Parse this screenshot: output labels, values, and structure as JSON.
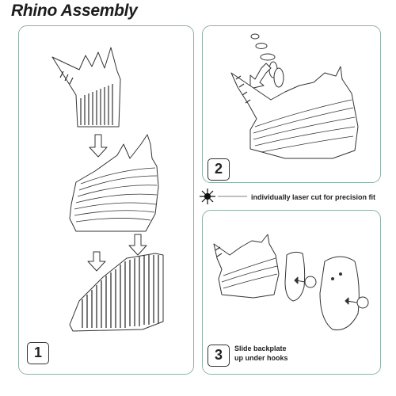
{
  "title": "Rhino Assembly",
  "steps": [
    {
      "number": "1"
    },
    {
      "number": "2"
    },
    {
      "number": "3",
      "caption_line1": "Slide backplate",
      "caption_line2": "up under hooks"
    }
  ],
  "laser_note": "individually laser cut for precision fit",
  "colors": {
    "panel_border": "#8fb0a6",
    "line": "#333333"
  }
}
